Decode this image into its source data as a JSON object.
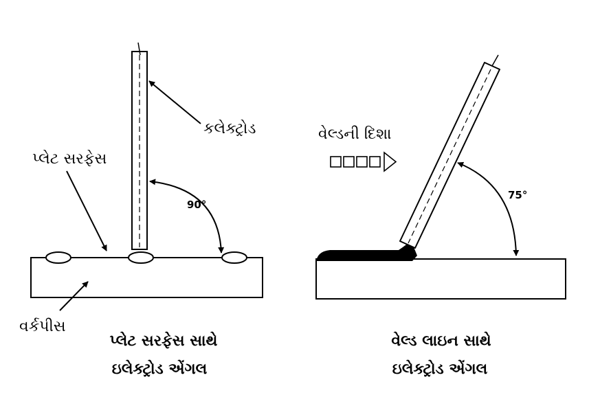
{
  "left": {
    "electrode_label": "કલેક્ટ્રોડ",
    "plate_surface_label": "પ્લેટ સરફેસ",
    "workpiece_label": "વર્કપીસ",
    "angle_label": "90°",
    "caption_line1": "પ્લેટ સરફેસ સાથે",
    "caption_line2": "ઇલેક્ટ્રોડ એંગલ"
  },
  "right": {
    "direction_label": "વેલ્ડની દિશા",
    "angle_label": "75°",
    "caption_line1": "વેલ્ડ લાઇન સાથે",
    "caption_line2": "ઇલેક્ટ્રોડ એંગલ"
  }
}
